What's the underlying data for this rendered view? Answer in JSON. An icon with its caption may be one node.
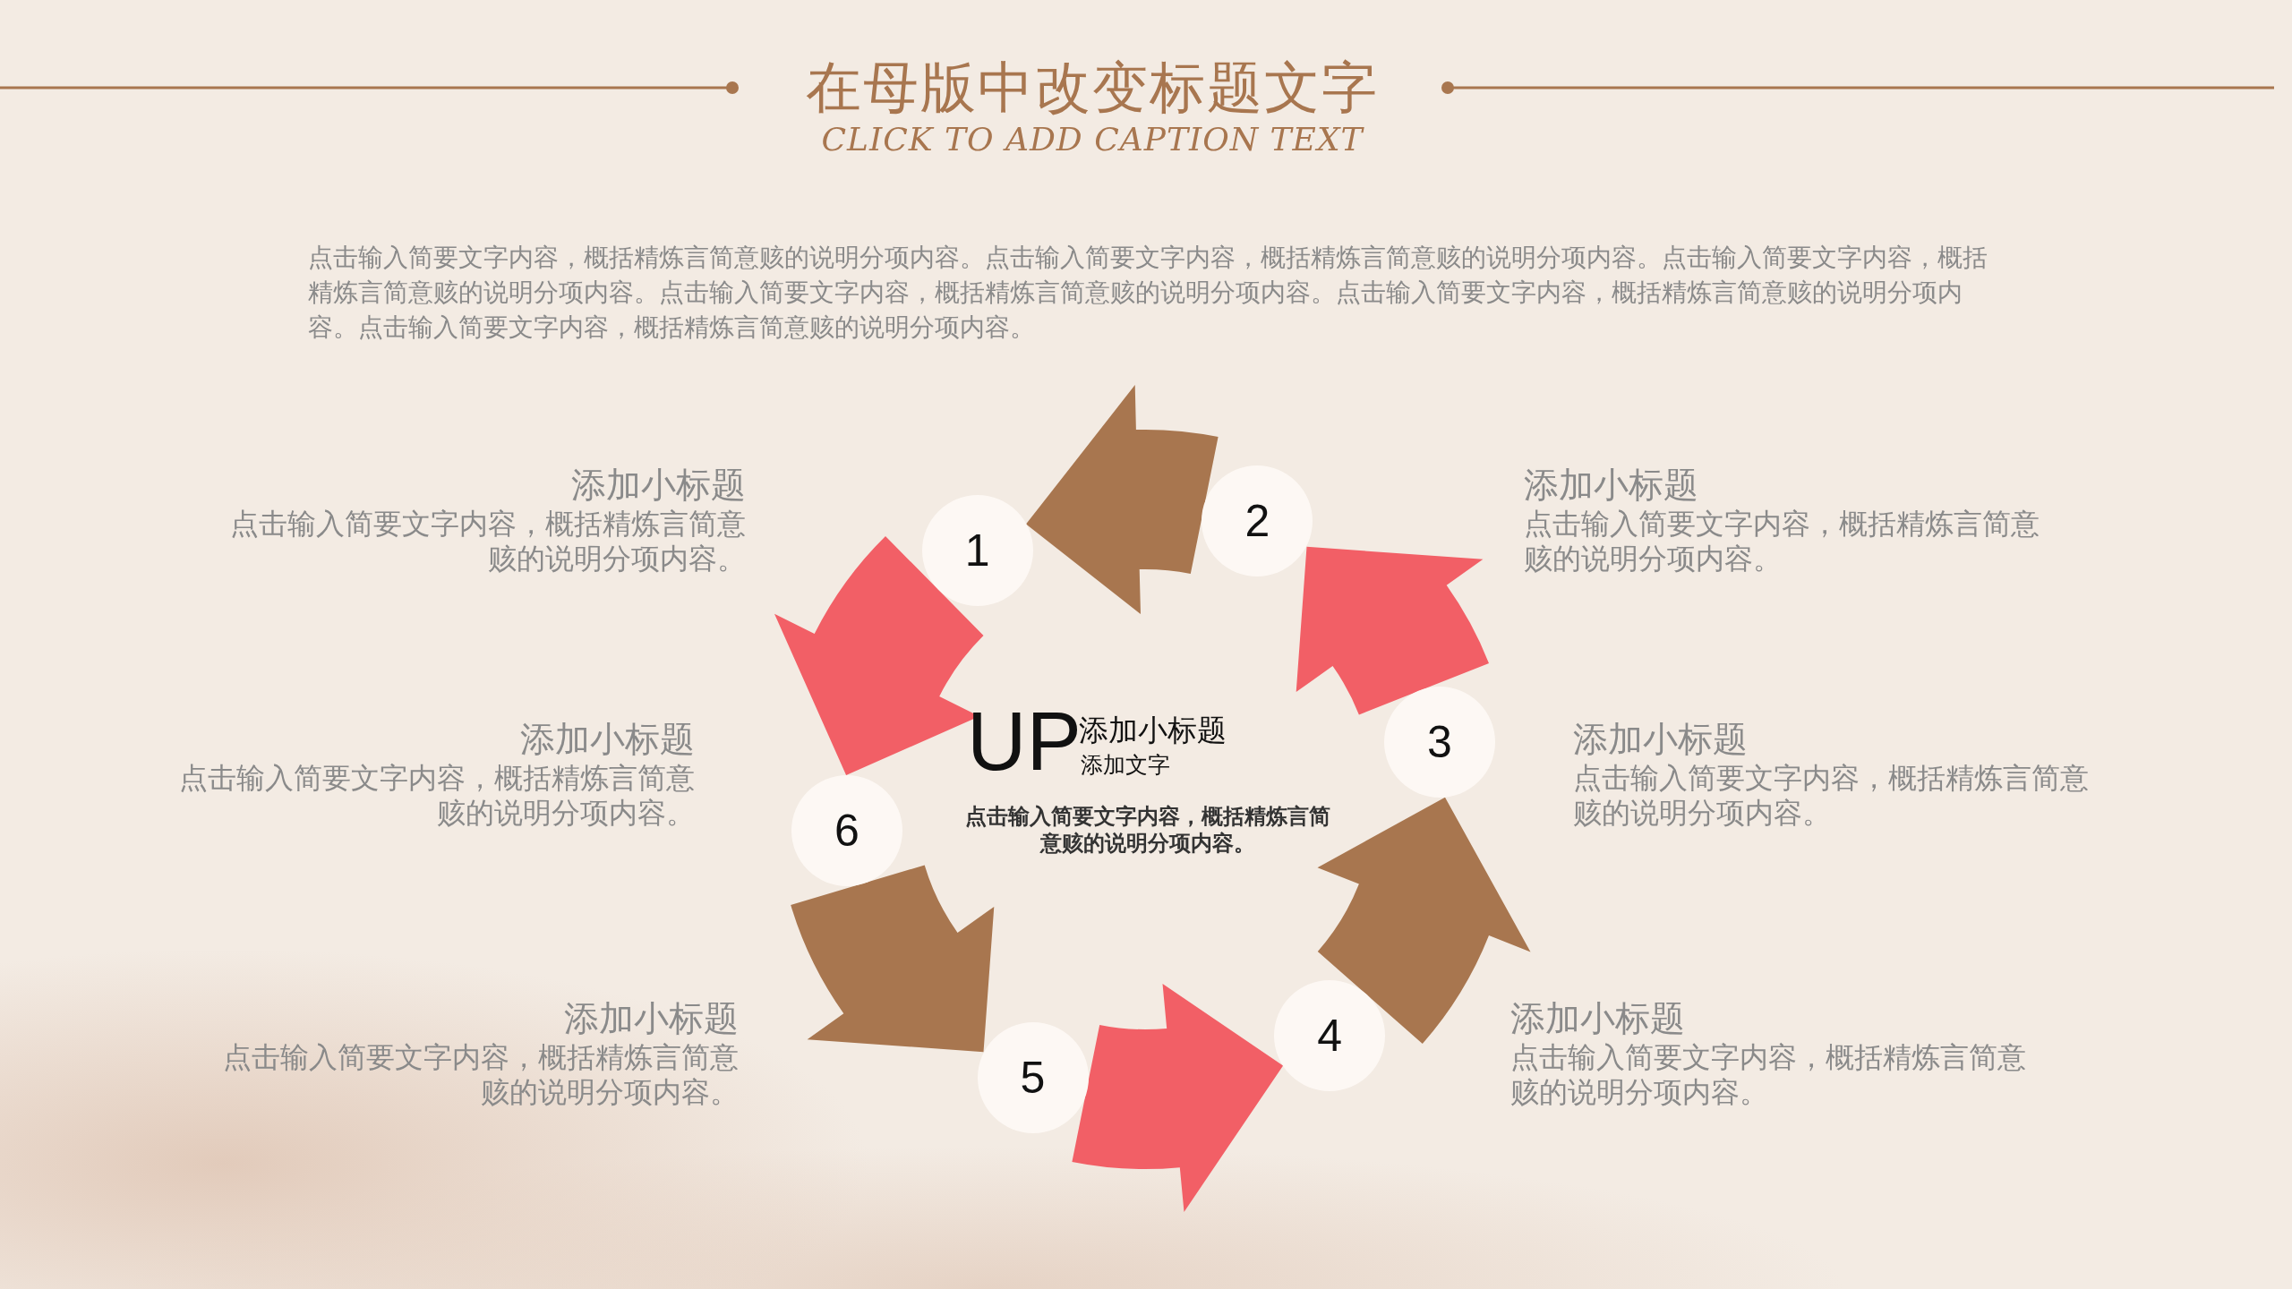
{
  "diagram": {
    "title": "在母版中改变标题文字",
    "nodes": [
      {
        "text": [
          "1"
        ]
      },
      {
        "text": [
          "2"
        ]
      },
      {
        "text": [
          "3"
        ]
      },
      {
        "text": [
          "4"
        ]
      },
      {
        "text": [
          "5"
        ]
      },
      {
        "text": [
          "6"
        ]
      }
    ],
    "edges": [
      {
        "from": 0,
        "to": 5,
        "arrow": "to",
        "color": "#f25f66"
      },
      {
        "from": 1,
        "to": 0,
        "arrow": "to",
        "color": "#a8764f"
      },
      {
        "from": 2,
        "to": 1,
        "arrow": "to",
        "color": "#f25f66"
      },
      {
        "from": 3,
        "to": 2,
        "arrow": "to",
        "color": "#a8764f"
      },
      {
        "from": 4,
        "to": 3,
        "arrow": "to",
        "color": "#f25f66"
      },
      {
        "from": 5,
        "to": 4,
        "arrow": "to",
        "color": "#a8764f"
      }
    ],
    "labels": [
      "CLICK TO ADD CAPTION TEXT",
      "点击输入简要文字内容，概括精炼言简意赅的说明分项内容。点击输入简要文字内容，概括精炼言简意赅的说明分项内容。点击输入简要文字内容，概括精炼言简意赅的说明分项内容。点击输入简要文字内容，概括精炼言简意赅的说明分项内容。点击输入简要文字内容，概括精炼言简意赅的说明分项内容。点击输入简要文字内容，概括精炼言简意赅的说明分项内容。",
      "添加小标题",
      "点击输入简要文字内容，概括精炼言简意赅的说明分项内容。",
      "添加小标题",
      "点击输入简要文字内容，概括精炼言简意赅的说明分项内容。",
      "UP",
      "添加小标题",
      "添加文字",
      "点击输入简要文字内容，概括精炼言简意赅的说明分项内容。",
      "添加小标题",
      "点击输入简要文字内容，概括精炼言简意赅的说明分项内容。",
      "添加小标题",
      "点击输入简要文字内容，概括精炼言简意赅的说明分项内容。",
      "添加小标题",
      "点击输入简要文字内容，概括精炼言简意赅的说明分项内容。",
      "添加小标题",
      "点击输入简要文字内容，概括精炼言简意赅的说明分项内容。"
    ]
  }
}
